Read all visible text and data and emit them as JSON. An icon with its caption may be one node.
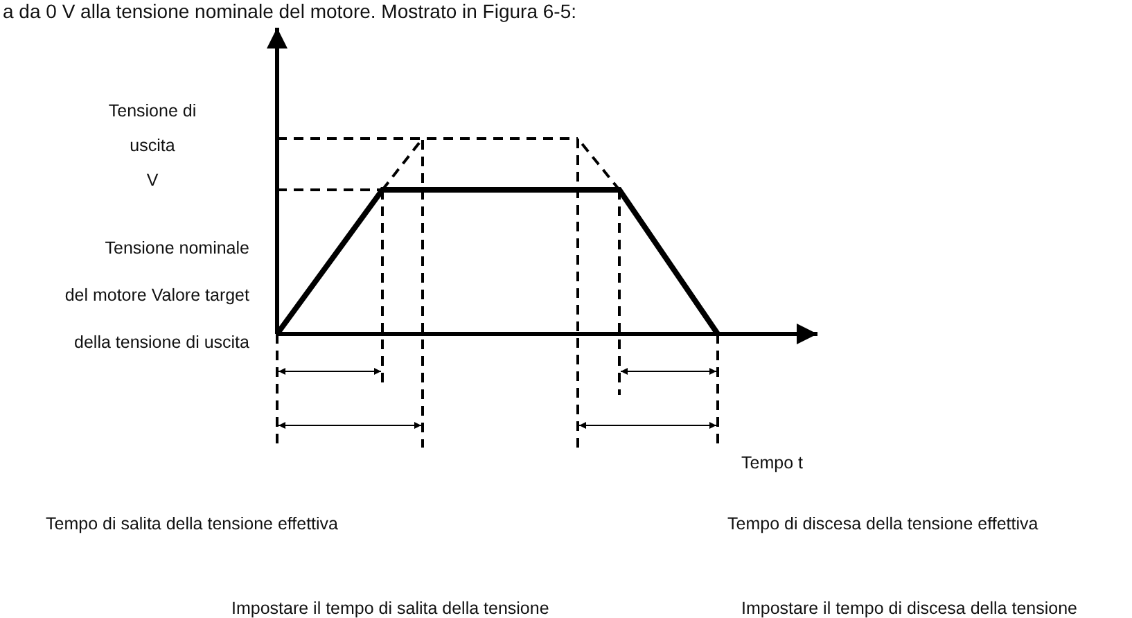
{
  "diagram": {
    "labels": [
      "a da 0 V alla tensione nominale del motore. Mostrato in Figura 6-5:",
      "Tensione di uscita V",
      "Tensione nominale del motore Valore target della tensione di uscita",
      "Tempo t",
      "Tempo di salita della tensione effettiva",
      "Tempo di discesa della tensione effettiva",
      "Impostare il tempo di salita della tensione",
      "Impostare il tempo di discesa della tensione"
    ]
  }
}
